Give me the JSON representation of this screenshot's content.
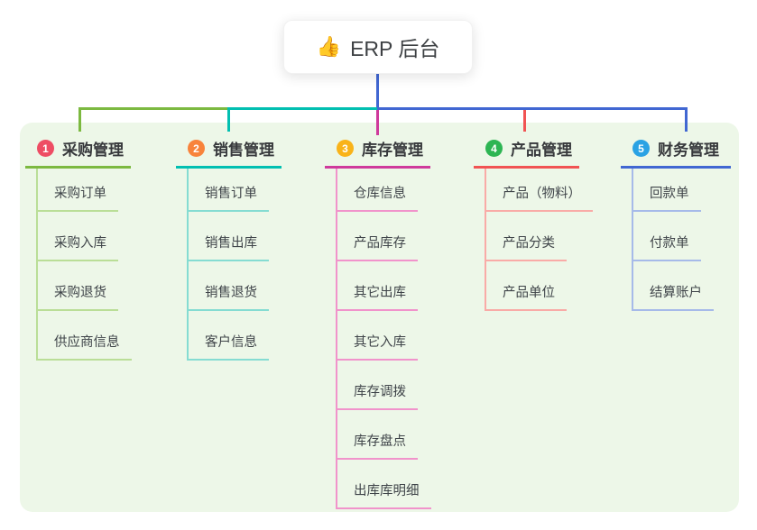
{
  "root": {
    "icon": "👍",
    "label": "ERP 后台"
  },
  "colors": {
    "panel_background": "#edf7e8",
    "connector": "#4167d2",
    "root_text": "#3d4043"
  },
  "branches": [
    {
      "number": "1",
      "label": "采购管理",
      "badge_color": "#ee4d64",
      "line_color": "#7cb940",
      "child_line_color": "#bade97",
      "children": [
        "采购订单",
        "采购入库",
        "采购退货",
        "供应商信息"
      ]
    },
    {
      "number": "2",
      "label": "销售管理",
      "badge_color": "#f8833b",
      "line_color": "#02bfb1",
      "child_line_color": "#85dcd2",
      "children": [
        "销售订单",
        "销售出库",
        "销售退货",
        "客户信息"
      ]
    },
    {
      "number": "3",
      "label": "库存管理",
      "badge_color": "#f9b319",
      "line_color": "#cf3a9c",
      "child_line_color": "#f193cb",
      "children": [
        "仓库信息",
        "产品库存",
        "其它出库",
        "其它入库",
        "库存调拨",
        "库存盘点",
        "出库库明细"
      ]
    },
    {
      "number": "4",
      "label": "产品管理",
      "badge_color": "#2db553",
      "line_color": "#f15353",
      "child_line_color": "#f9aba7",
      "children": [
        "产品（物料）",
        "产品分类",
        "产品单位"
      ]
    },
    {
      "number": "5",
      "label": "财务管理",
      "badge_color": "#2aa2e4",
      "line_color": "#4167d2",
      "child_line_color": "#a6bae9",
      "children": [
        "回款单",
        "付款单",
        "结算账户"
      ]
    }
  ]
}
